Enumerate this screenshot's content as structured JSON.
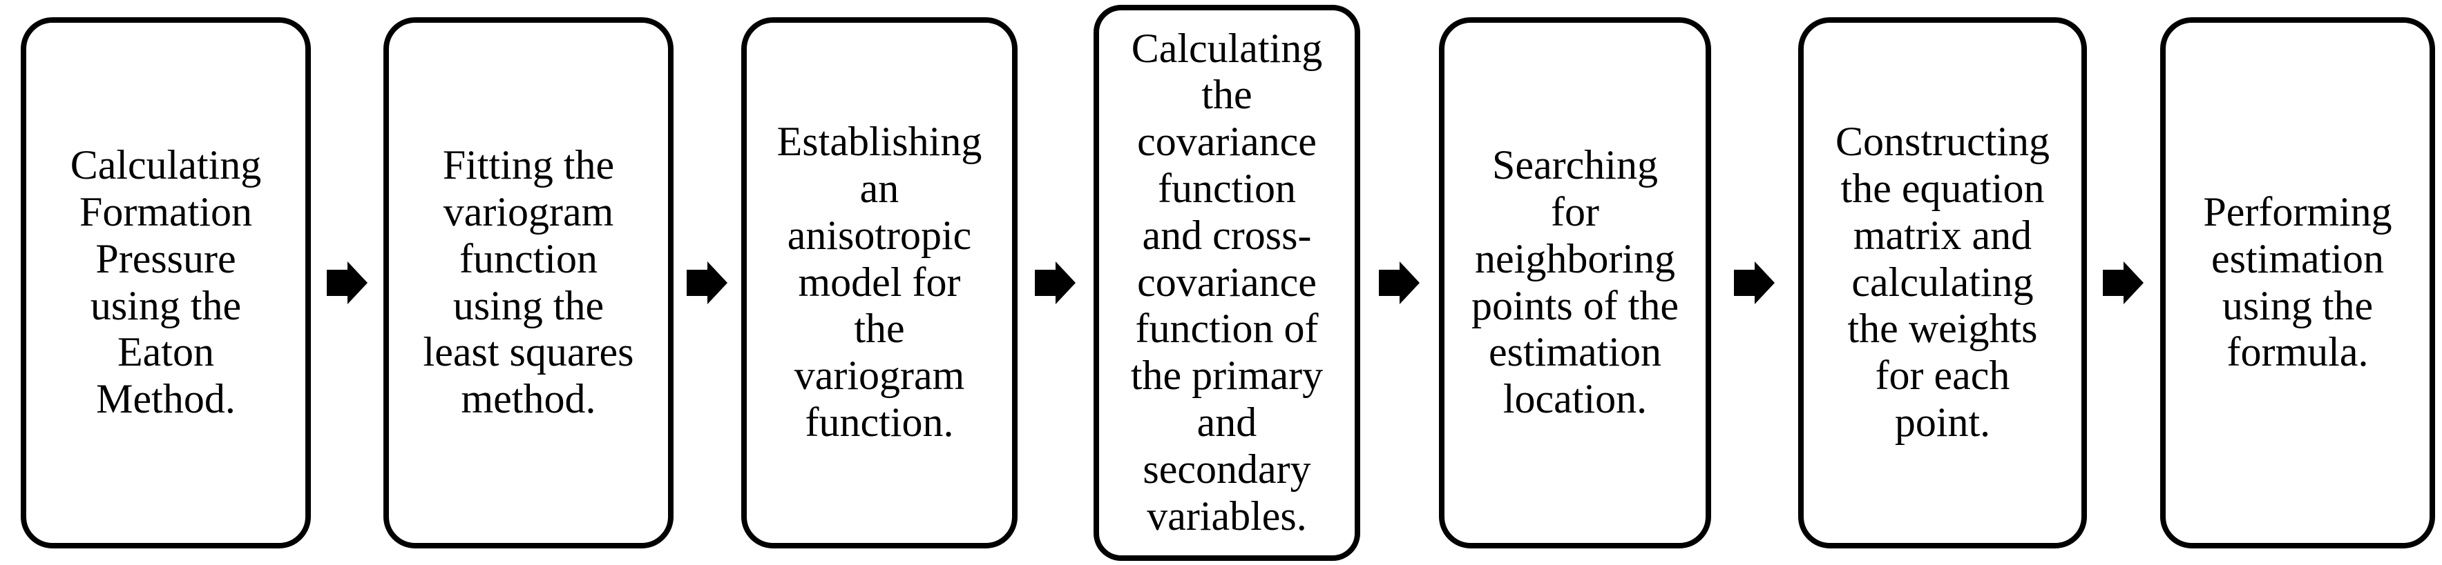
{
  "diagram": {
    "type": "flowchart-horizontal",
    "colors": {
      "background": "#ffffff",
      "box_fill": "#ffffff",
      "box_border": "#000000",
      "text": "#000000",
      "arrow": "#000000"
    },
    "connector": "solid-right-block-arrow",
    "steps": [
      {
        "id": 1,
        "text": "Calculating\nFormation\nPressure\nusing the\nEaton\nMethod."
      },
      {
        "id": 2,
        "text": "Fitting the\nvariogram\nfunction\nusing the\nleast squares\nmethod."
      },
      {
        "id": 3,
        "text": "Establishing\nan\nanisotropic\nmodel for\nthe\nvariogram\nfunction."
      },
      {
        "id": 4,
        "text": "Calculating\nthe\ncovariance\nfunction\nand cross-\ncovariance\nfunction of\nthe primary\nand\nsecondary\nvariables."
      },
      {
        "id": 5,
        "text": "Searching\nfor\nneighboring\npoints of the\nestimation\nlocation."
      },
      {
        "id": 6,
        "text": "Constructing\nthe equation\nmatrix and\ncalculating\nthe weights\nfor each\npoint."
      },
      {
        "id": 7,
        "text": "Performing\nestimation\nusing the\nformula."
      }
    ]
  }
}
